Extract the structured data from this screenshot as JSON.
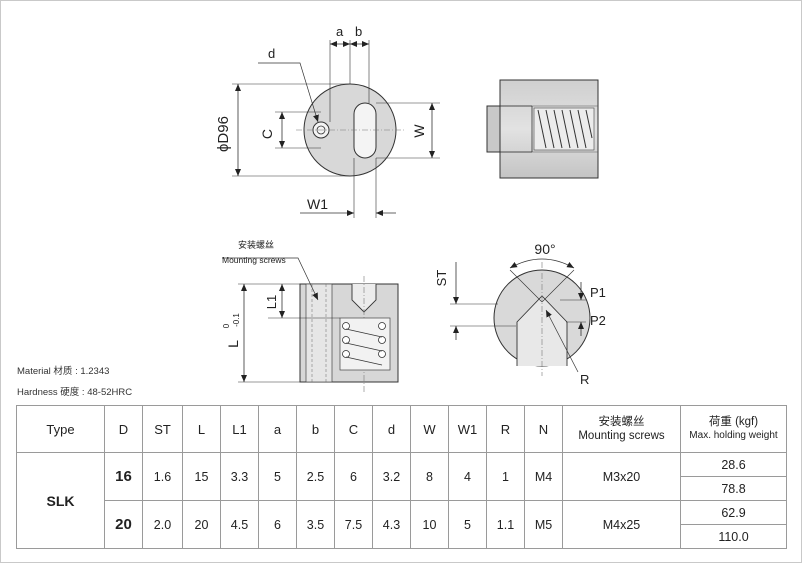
{
  "drawing_labels": {
    "a": "a",
    "b": "b",
    "d": "d",
    "c": "C",
    "phi_d96": "ϕD96",
    "w": "W",
    "w1": "W1",
    "mounting_screws_cn": "安装螺丝",
    "mounting_screws_en": "Mounting screws",
    "l_tol": "L",
    "tol_upper": "0",
    "tol_lower": "-0.1",
    "l1": "L1",
    "st": "ST",
    "angle": "90°",
    "p1": "P1",
    "p2": "P2",
    "r": "R"
  },
  "specs": {
    "material": "Material 材质 : 1.2343",
    "hardness": "Hardness 硬度 : 48-52HRC"
  },
  "table": {
    "headers": [
      "Type",
      "D",
      "ST",
      "L",
      "L1",
      "a",
      "b",
      "C",
      "d",
      "W",
      "W1",
      "R",
      "N"
    ],
    "mounting_header_cn": "安装螺丝",
    "mounting_header_en": "Mounting screws",
    "force_header_cn": "荷重 (kgf)",
    "force_header_en": "Max. holding weight",
    "type_name": "SLK",
    "rows": [
      {
        "D": "16",
        "ST": "1.6",
        "L": "15",
        "L1": "3.3",
        "a": "5",
        "b": "2.5",
        "C": "6",
        "d": "3.2",
        "W": "8",
        "W1": "4",
        "R": "1",
        "N": "M4",
        "screw": "M3x20",
        "force_1": "28.6",
        "force_2": "78.8"
      },
      {
        "D": "20",
        "ST": "2.0",
        "L": "20",
        "L1": "4.5",
        "a": "6",
        "b": "3.5",
        "C": "7.5",
        "d": "4.3",
        "W": "10",
        "W1": "5",
        "R": "1.1",
        "N": "M5",
        "screw": "M4x25",
        "force_1": "62.9",
        "force_2": "110.0"
      }
    ]
  }
}
